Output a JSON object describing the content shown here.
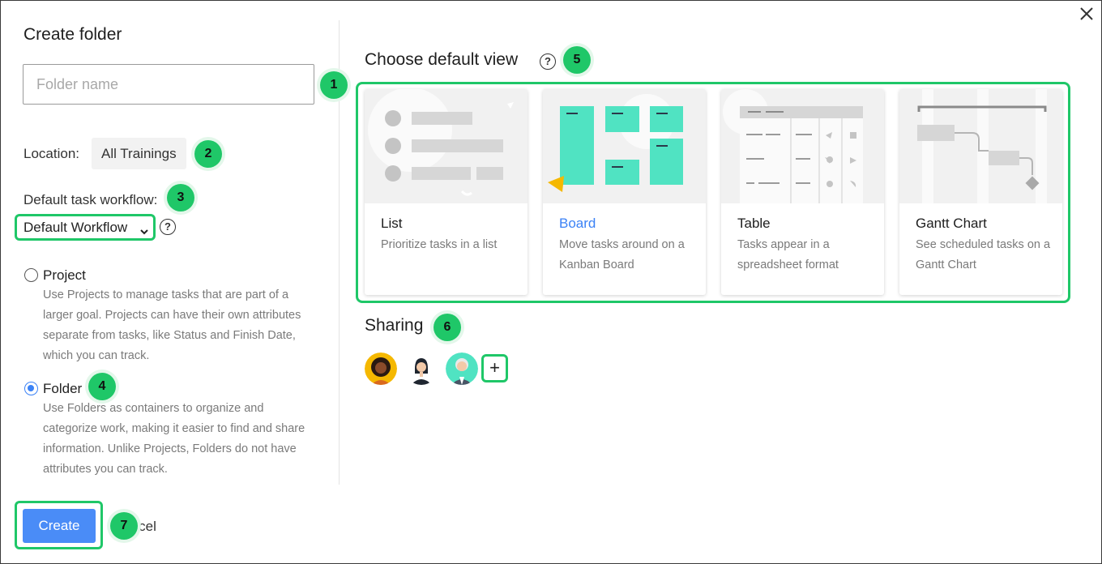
{
  "dialog": {
    "title": "Create folder",
    "close_icon": "close-icon"
  },
  "name_field": {
    "placeholder": "Folder name",
    "value": ""
  },
  "location": {
    "label": "Location:",
    "value": "All Trainings"
  },
  "workflow": {
    "label": "Default task workflow:",
    "selected": "Default Workflow",
    "chevron": "⌄"
  },
  "types": [
    {
      "title": "Project",
      "checked": false,
      "desc": "Use Projects to manage tasks that are part of a larger goal. Projects can have their own attributes separate from tasks, like Status and Finish Date, which you can track."
    },
    {
      "title": "Folder",
      "checked": true,
      "desc": "Use Folders as containers to organize and categorize work, making it easier to find and share information. Unlike Projects, Folders do not have attributes you can track."
    }
  ],
  "views": {
    "title": "Choose default view",
    "cards": [
      {
        "title": "List",
        "desc": "Prioritize tasks in a list",
        "active": false
      },
      {
        "title": "Board",
        "desc": "Move tasks around on a Kanban Board",
        "active": true
      },
      {
        "title": "Table",
        "desc": "Tasks appear in a spreadsheet format",
        "active": false
      },
      {
        "title": "Gantt Chart",
        "desc": "See scheduled tasks on a Gantt Chart",
        "active": false
      }
    ]
  },
  "sharing": {
    "title": "Sharing",
    "add_label": "+"
  },
  "footer": {
    "create_label": "Create",
    "cancel_label": "Cancel"
  },
  "badges": [
    "1",
    "2",
    "3",
    "4",
    "5",
    "6",
    "7"
  ],
  "colors": {
    "accent": "#4a8cf7",
    "highlight": "#1fc768",
    "board_teal": "#50e3c2",
    "marker": "#f5b800"
  }
}
